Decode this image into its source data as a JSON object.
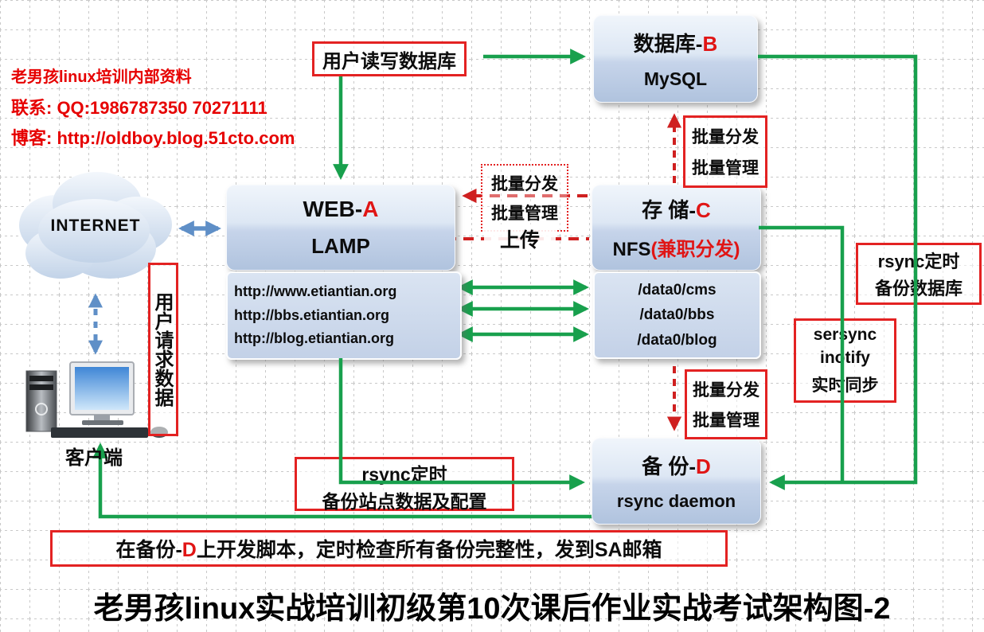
{
  "meta": {
    "internal_note": "老男孩linux培训内部资料",
    "contact": "联系: QQ:1986787350 70271111",
    "blog": "博客: http://oldboy.blog.51cto.com",
    "footer_title": "老男孩linux实战培训初级第10次课后作业实战考试架构图-2"
  },
  "colors": {
    "arrow_green": "#18a04d",
    "arrow_red": "#cf2020",
    "arrow_blue": "#5f8fc7",
    "label_border_red": "#e32222",
    "note_red": "#e60000",
    "box_fill_top": "#f0f5fb",
    "box_fill_bottom": "#b0c3de"
  },
  "nodes": {
    "internet": {
      "label": "INTERNET"
    },
    "client": {
      "label": "客户端"
    },
    "web": {
      "black": "WEB-",
      "redpart": "A",
      "sub": "LAMP",
      "sites": [
        "http://www.etiantian.org",
        "http://bbs.etiantian.org",
        "http://blog.etiantian.org"
      ]
    },
    "db": {
      "black": "数据库-",
      "redpart": "B",
      "sub": "MySQL"
    },
    "storage": {
      "black": "存 储-",
      "redpart": "C",
      "sub_black": "NFS",
      "sub_red": "(兼职分发)",
      "dirs": [
        "/data0/cms",
        "/data0/bbs",
        "/data0/blog"
      ]
    },
    "backup": {
      "black": "备 份-",
      "redpart": "D",
      "sub": "rsync daemon"
    }
  },
  "labels": {
    "user_rw_db": "用户读写数据库",
    "user_request": "用户请求数据",
    "batch_top": [
      "批量分发",
      "批量管理"
    ],
    "batch_mid": [
      "批量分发",
      "批量管理"
    ],
    "upload": "上传",
    "batch_bottom": [
      "批量分发",
      "批量管理"
    ],
    "rsync_db": [
      "rsync定时",
      "备份数据库"
    ],
    "sersync": [
      "sersync",
      "inotify",
      "实时同步"
    ],
    "rsync_site": [
      "rsync定时",
      "备份站点数据及配置"
    ],
    "script_note": {
      "pre": "在备份-",
      "redpart": "D",
      "post": "上开发脚本，定时检查所有备份完整性，发到SA邮箱"
    }
  }
}
